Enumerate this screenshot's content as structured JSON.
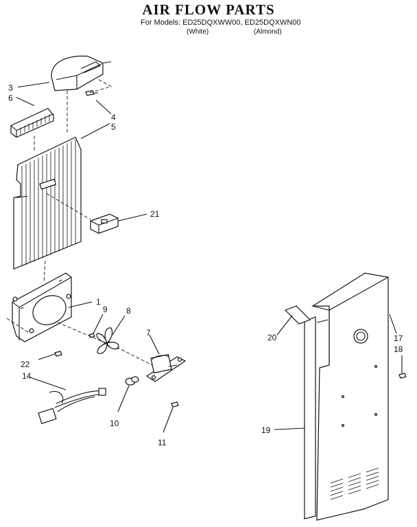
{
  "header": {
    "title": "AIR FLOW PARTS",
    "models_line": "For Models: ED25DQXWW00, ED25DQXWN00",
    "color_white": "(White)",
    "color_almond": "(Almond)"
  },
  "callouts": {
    "c1": "1",
    "c3": "3",
    "c4": "4",
    "c5": "5",
    "c6": "6",
    "c7": "7",
    "c8": "8",
    "c9": "9",
    "c10": "10",
    "c11": "11",
    "c14": "14",
    "c17": "17",
    "c18": "18",
    "c19": "19",
    "c20": "20",
    "c21": "21",
    "c22": "22"
  }
}
